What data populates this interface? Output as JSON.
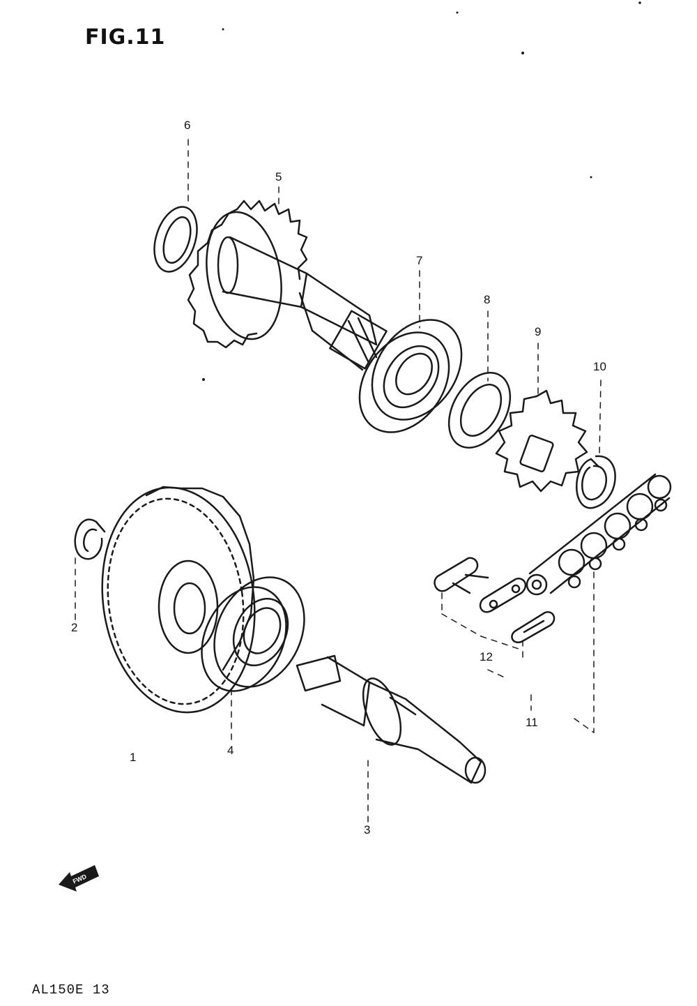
{
  "figure_label": "FIG.11",
  "footer_code": "AL150E 13",
  "fwd_marker_text": "FWD",
  "callouts": [
    "1",
    "2",
    "3",
    "4",
    "5",
    "6",
    "7",
    "8",
    "9",
    "10",
    "11",
    "12"
  ],
  "line_color": "#1a1a1a"
}
